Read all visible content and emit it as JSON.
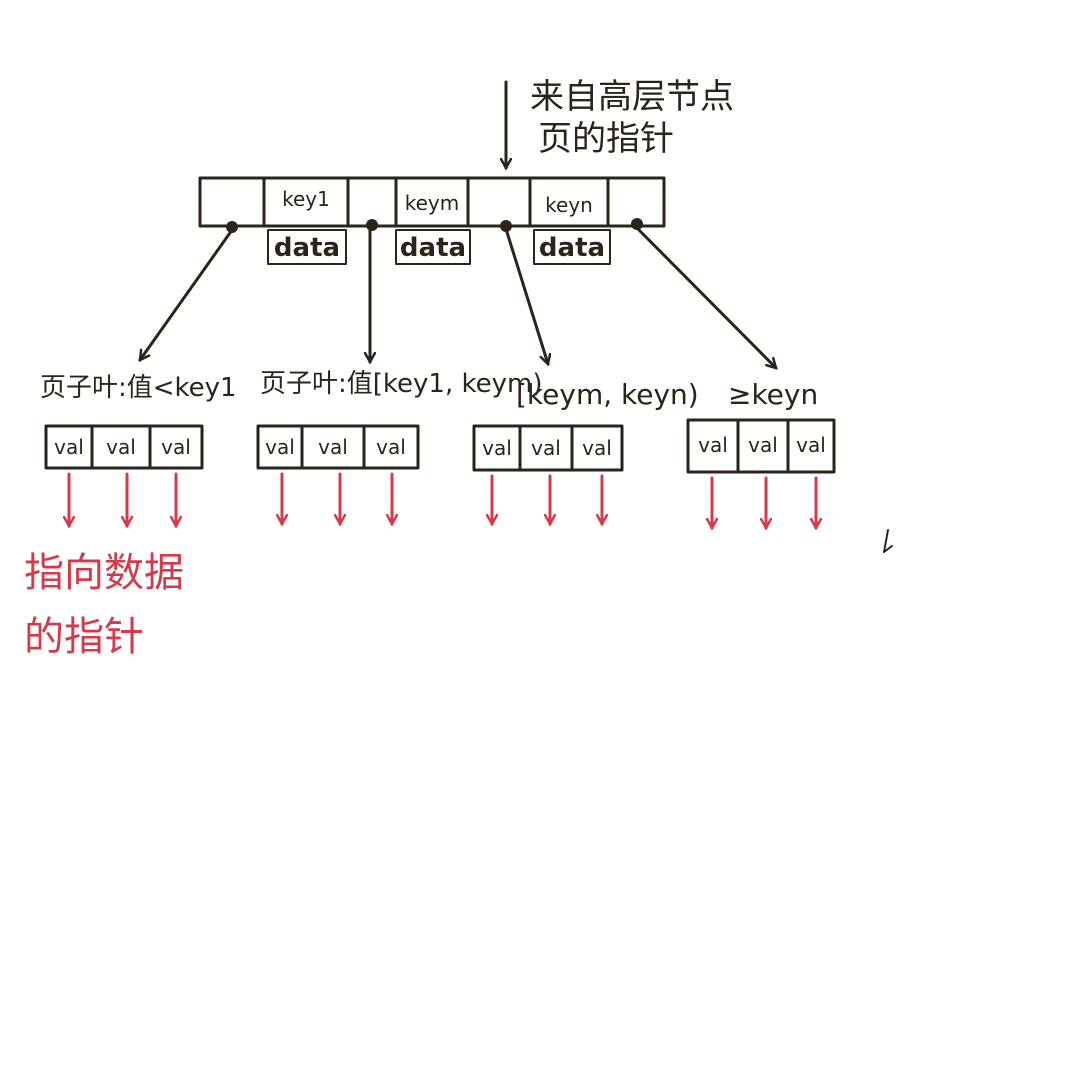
{
  "colors": {
    "ink": "#2b2418",
    "accent": "#d33a4a",
    "background": "#ffffff"
  },
  "top_note": {
    "line1": "来自高层节点",
    "line2": "页的指针"
  },
  "internal_node": {
    "keys": [
      "key1",
      "keym",
      "keyn"
    ],
    "data_label": "data"
  },
  "leaf_labels": [
    "页子叶:值<key1",
    "页子叶:值[key1, keym)",
    "[keym, keyn)",
    "≥keyn"
  ],
  "leaf_cell_label": "val",
  "bottom_note": {
    "line1": "指向数据",
    "line2": "的指针"
  }
}
